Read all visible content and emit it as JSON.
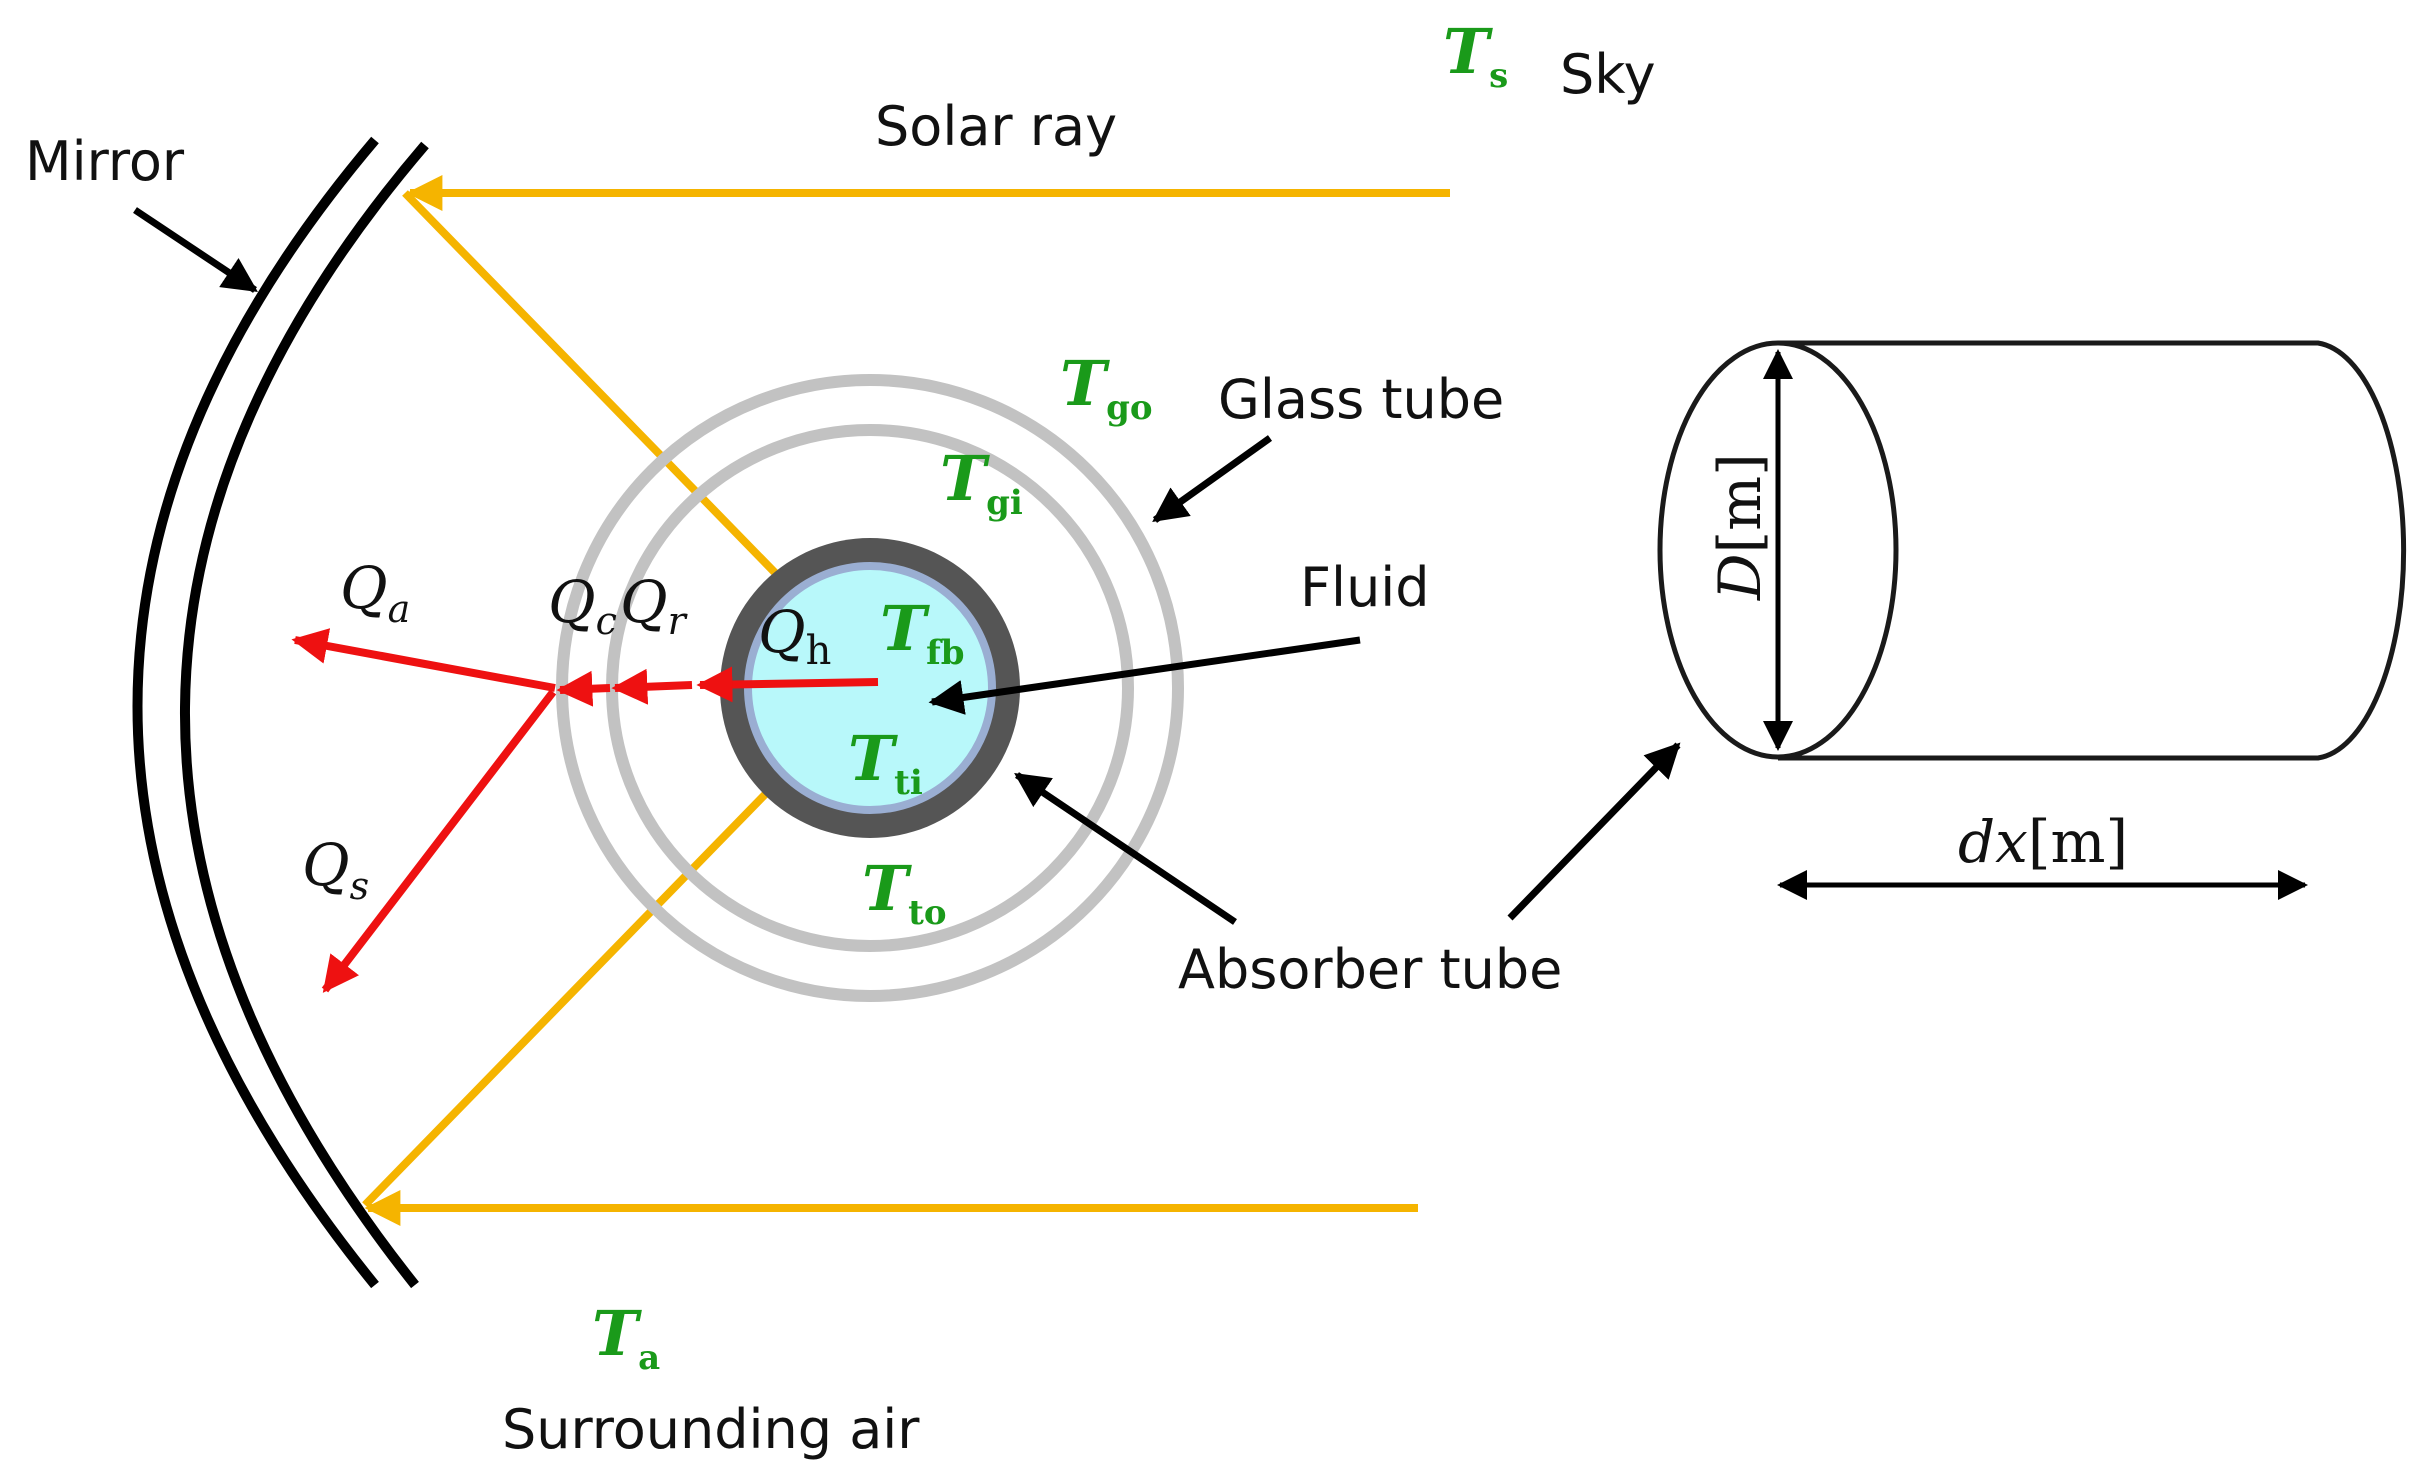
{
  "colors": {
    "solar_ray": "#f5b400",
    "heat_loss": "#ee1111",
    "temperature_label": "#1a9a1a",
    "glass_tube": "#c2c2c2",
    "absorber_tube": "#555555",
    "fluid": "#b8f8fa",
    "mirror": "#000000"
  },
  "labels": {
    "mirror": "Mirror",
    "solar_ray": "Solar ray",
    "sky": "Sky",
    "glass_tube": "Glass tube",
    "fluid": "Fluid",
    "absorber_tube": "Absorber tube",
    "surrounding_air": "Surrounding air"
  },
  "temperatures": {
    "sky": {
      "symbol": "T",
      "sub": "s"
    },
    "glass_outer": {
      "symbol": "T",
      "sub": "go"
    },
    "glass_inner": {
      "symbol": "T",
      "sub": "gi"
    },
    "fluid_bulk": {
      "symbol": "T",
      "sub": "fb"
    },
    "tube_inner": {
      "symbol": "T",
      "sub": "ti"
    },
    "tube_outer": {
      "symbol": "T",
      "sub": "to"
    },
    "ambient": {
      "symbol": "T",
      "sub": "a"
    }
  },
  "heat_flows": {
    "q_a": {
      "symbol": "Q",
      "sub": "a"
    },
    "q_c": {
      "symbol": "Q",
      "sub": "c"
    },
    "q_r": {
      "symbol": "Q",
      "sub": "r"
    },
    "q_h": {
      "symbol": "Q",
      "sub": "h"
    },
    "q_s": {
      "symbol": "Q",
      "sub": "s"
    }
  },
  "element": {
    "diameter_symbol": "D",
    "diameter_unit": "[m]",
    "length_symbol": "dx",
    "length_unit": "[m]"
  }
}
